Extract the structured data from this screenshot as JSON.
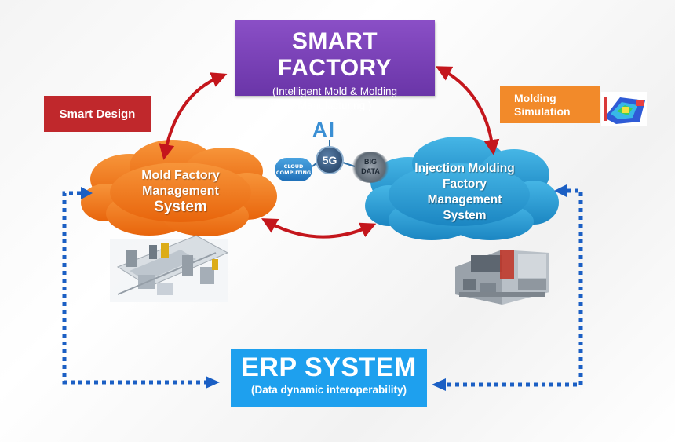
{
  "smart_factory": {
    "title": "SMART FACTORY",
    "subtitle": "(Intelligent Mold & Molding Manufacturing )"
  },
  "smart_design": "Smart Design",
  "molding_simulation": {
    "line1": "Molding",
    "line2": "Simulation"
  },
  "mold_factory": {
    "line1": "Mold Factory",
    "line2": "Management",
    "line3": "System"
  },
  "injection_factory": {
    "line1": "Injection Molding",
    "line2": "Factory",
    "line3": "Management",
    "line4": "System"
  },
  "erp": {
    "title": "ERP SYSTEM",
    "subtitle": "(Data dynamic interoperability)"
  },
  "tech": {
    "ai": "AI",
    "g5": "5G",
    "cloud": "CLOUD COMPUTING",
    "big": "BIG",
    "data": "DATA"
  },
  "colors": {
    "smart_factory": "#7542b3",
    "smart_design": "#c0282c",
    "molding_simulation": "#f28a2a",
    "mold_cloud": "#f07a1a",
    "injection_cloud": "#2a9fd8",
    "erp": "#1ea0ee",
    "solid_arrow": "#c4161c",
    "dotted_arrow": "#1b5fc4"
  }
}
